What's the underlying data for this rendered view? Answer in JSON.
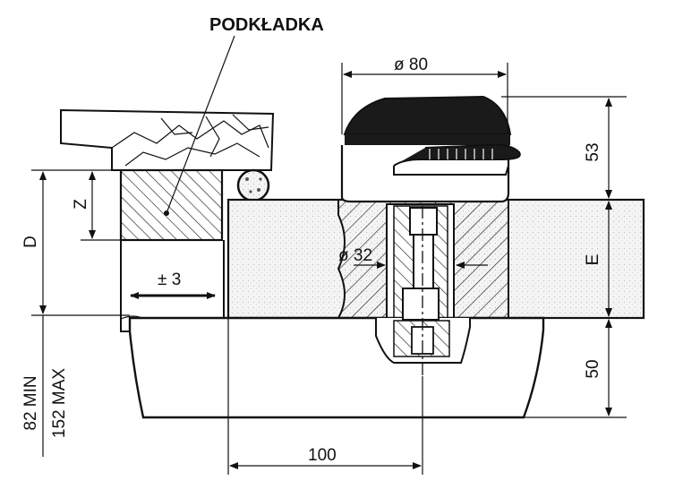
{
  "diagram": {
    "label_washer": "PODKŁADKA",
    "dim_diameter_top": "ø 80",
    "dim_diameter_bolt": "ø 32",
    "dim_53": "53",
    "dim_E": "E",
    "dim_50": "50",
    "dim_Z": "Z",
    "dim_D": "D",
    "dim_pm3": "± 3",
    "dim_100": "100",
    "dim_min": "82 MIN",
    "dim_max": "152 MAX"
  },
  "colors": {
    "line": "#111111",
    "background": "#ffffff",
    "deck_fill": "#f2f2f2"
  }
}
